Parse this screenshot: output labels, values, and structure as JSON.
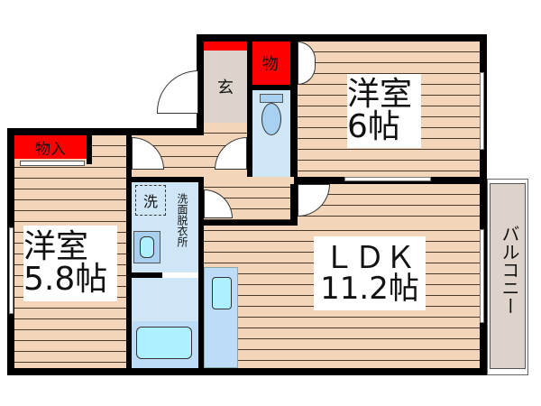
{
  "rooms": {
    "western_room_6": {
      "name": "洋室",
      "size": "6帖"
    },
    "western_room_58": {
      "name": "洋室",
      "size": "5.8帖"
    },
    "ldk": {
      "name": "ＬＤＫ",
      "size": "11.2帖"
    },
    "entrance": {
      "name": "玄"
    },
    "storage_top": {
      "name": "物"
    },
    "storage_left": {
      "name": "物入"
    },
    "washroom": {
      "name": "洗面脱衣所"
    },
    "washer": {
      "name": "洗"
    },
    "balcony": {
      "name": "バルコニー"
    }
  },
  "colors": {
    "wall": "#000000",
    "floor": "#f3d6b9",
    "storage": "#ff0000",
    "wet_area": "#cfe6f7",
    "entrance": "#dcd3ca",
    "balcony": "#ddd3ca"
  }
}
